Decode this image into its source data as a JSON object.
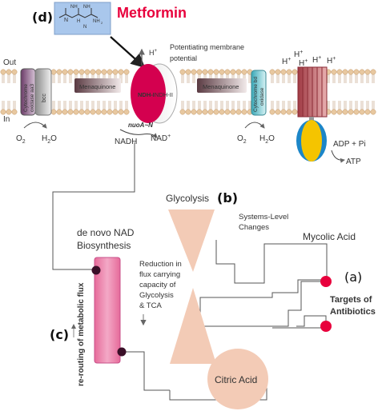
{
  "panel_labels": {
    "a": "(a)",
    "b": "(b)",
    "c": "(c)",
    "d": "(d)"
  },
  "drug": {
    "name": "Metformin",
    "formula": {
      "n1": "N",
      "n2": "N",
      "nh_top_left": "NH",
      "nh_top_right": "NH",
      "nh_mid": "H",
      "nh2": "NH",
      "nh2_sub": "2"
    }
  },
  "membrane": {
    "out": "Out",
    "in": "In",
    "potential": [
      "Potentiating membrane",
      "potential"
    ],
    "cyt_aa3": [
      "Cytochrome",
      "oxidase aa3"
    ],
    "bcc": [
      "bcc"
    ],
    "cyt_bd": [
      "Cytochrome bd",
      "oxidase"
    ],
    "menaquinone_left": "Menaquinone",
    "menaquinone_right": "Menaquinone",
    "ndh1": "NDH-I",
    "ndh2": "NDH-II",
    "nuoa": "nuoA~N",
    "h_plus": "H",
    "plus": "+",
    "o2": "O",
    "two": "2",
    "h2o": "H",
    "h2o_o": "O",
    "nadh": "NADH",
    "nad": "NAD",
    "nad_plus": "+",
    "adp": "ADP + Pi",
    "atp": "ATP"
  },
  "pathway": {
    "de_novo": [
      "de novo NAD",
      "Biosynthesis"
    ],
    "rerouting": "re-routing of metabolic flux",
    "glycolysis": "Glycolysis",
    "systems": [
      "Systems-Level",
      "Changes"
    ],
    "mycolic": "Mycolic Acid",
    "reduction": [
      "Reduction in",
      "flux carrying",
      "capacity of",
      "Glycolysis",
      "& TCA"
    ],
    "citric": "Citric Acid",
    "targets": [
      "Targets of",
      "Antibiotics"
    ]
  },
  "colors": {
    "red": "#e8003c",
    "ndh1": "#d4004f",
    "pink": "#e97ba6",
    "cone": "#f3cbb6",
    "bead": "#e8c8a0",
    "aa3": "#7a4a74",
    "cyan": "#6fc7d0",
    "atp_yellow": "#f5c400",
    "atp_blue": "#1c86c8",
    "metformin_box": "#a9c7ec"
  }
}
